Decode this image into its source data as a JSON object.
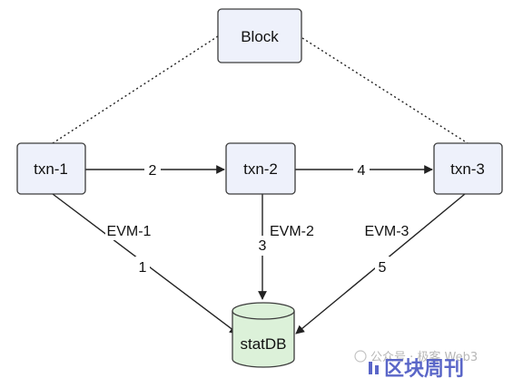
{
  "nodes": {
    "block": "Block",
    "txn1": "txn-1",
    "txn2": "txn-2",
    "txn3": "txn-3",
    "statdb": "statDB"
  },
  "edges": {
    "txn1_txn2": "2",
    "txn2_txn3": "4",
    "txn1_db_evm": "EVM-1",
    "txn1_db_order": "1",
    "txn2_db_evm": "EVM-2",
    "txn2_db_order": "3",
    "txn3_db_evm": "EVM-3",
    "txn3_db_order": "5"
  },
  "watermark": {
    "small": "公众号 · 极客 Web3",
    "brand": "区块周刊"
  },
  "colors": {
    "node_fill": "#eef1fb",
    "db_fill": "#dcf1d9",
    "brand": "#5a66c8"
  }
}
